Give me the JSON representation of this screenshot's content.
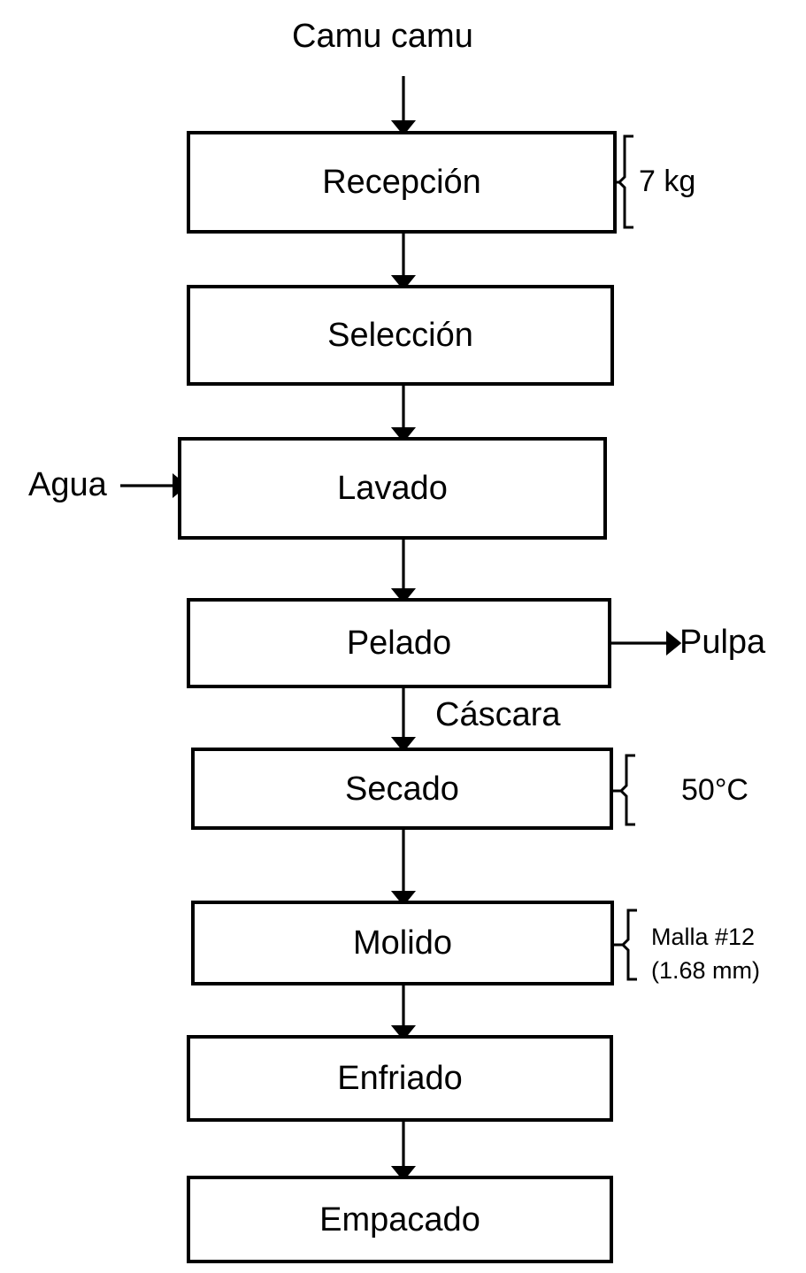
{
  "diagram": {
    "title_label": "Camu camu",
    "background_color": "#ffffff",
    "line_color": "#000000",
    "nodes": [
      {
        "id": "recepcion",
        "label": "Recepción"
      },
      {
        "id": "seleccion",
        "label": "Selección"
      },
      {
        "id": "lavado",
        "label": "Lavado"
      },
      {
        "id": "pelado",
        "label": "Pelado"
      },
      {
        "id": "secado",
        "label": "Secado"
      },
      {
        "id": "molido",
        "label": "Molido"
      },
      {
        "id": "enfriado",
        "label": "Enfriado"
      },
      {
        "id": "empacado",
        "label": "Empacado"
      }
    ],
    "annotations": [
      {
        "id": "peso",
        "target": "recepcion",
        "text": "7 kg"
      },
      {
        "id": "temp",
        "target": "secado",
        "text": "50°C"
      },
      {
        "id": "malla",
        "target": "molido",
        "line1": "Malla #12",
        "line2": "(1.68 mm)"
      }
    ],
    "inputs": [
      {
        "id": "agua",
        "label": "Agua",
        "target": "lavado"
      }
    ],
    "outputs": [
      {
        "id": "pulpa",
        "label": "Pulpa",
        "source": "pelado"
      }
    ],
    "edge_labels": [
      {
        "id": "cascara",
        "label": "Cáscara",
        "between": "pelado→secado"
      }
    ]
  }
}
